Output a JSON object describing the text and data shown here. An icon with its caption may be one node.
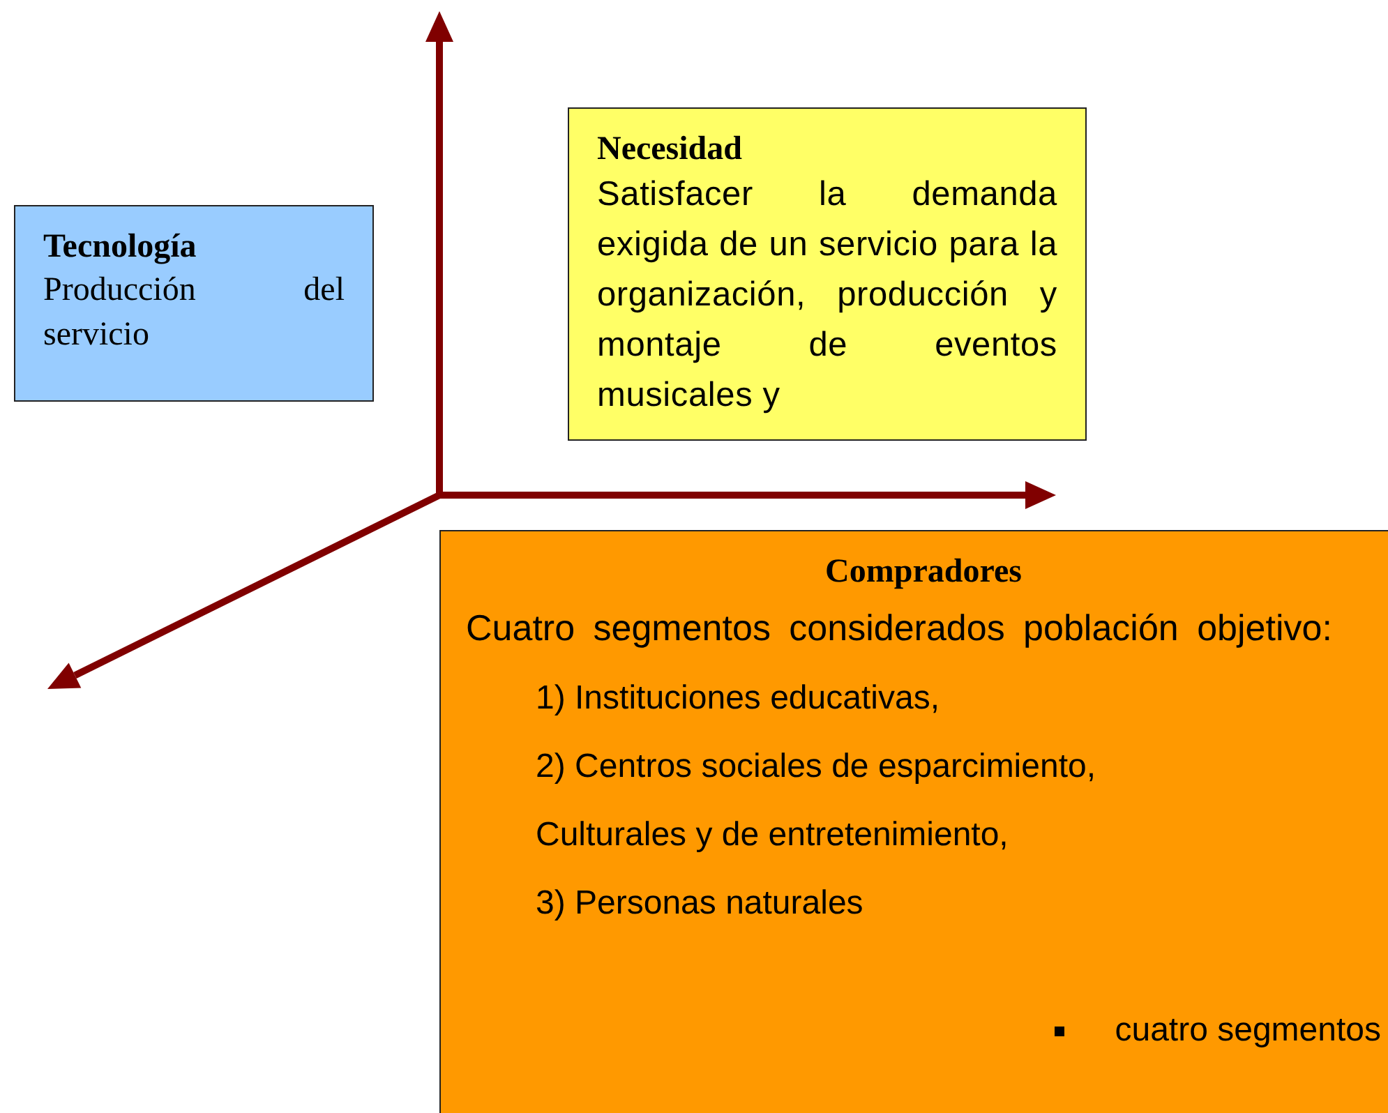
{
  "diagram": {
    "nodes": [
      {
        "text": [
          "Tecnología",
          "Producción del servicio"
        ]
      },
      {
        "text": [
          "Necesidad",
          "Satisfacer la demanda exigida de un servicio para la organización, producción y montaje de eventos musicales y"
        ]
      },
      {
        "text": [
          "Compradores",
          "Cuatro segmentos considerados población objetivo:",
          "1) Instituciones educativas,",
          "2) Centros sociales de esparcimiento, Culturales y de entretenimiento,",
          "3) Personas naturales",
          "cuatro segmentos"
        ]
      }
    ]
  }
}
